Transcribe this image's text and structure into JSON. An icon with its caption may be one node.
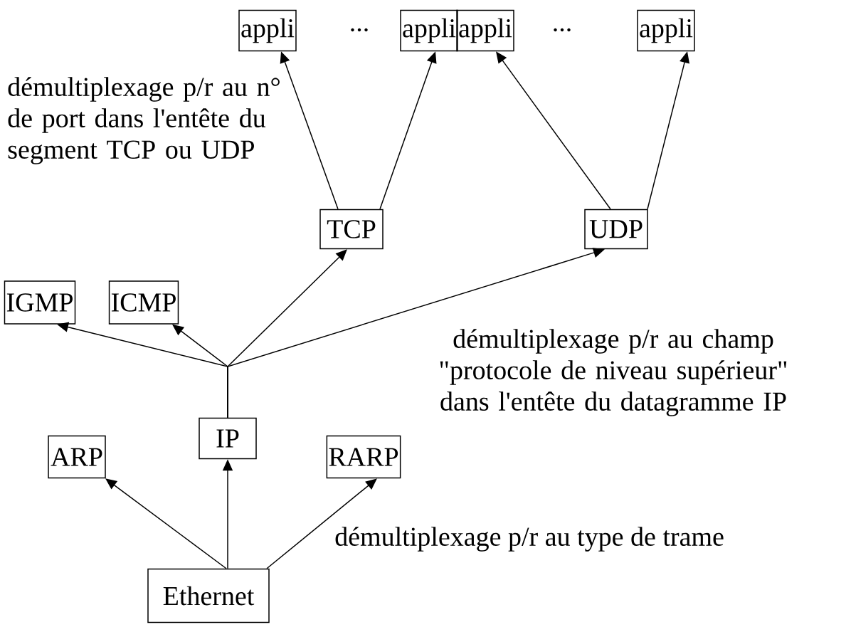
{
  "diagram": {
    "nodes": [
      {
        "text": [
          "appli"
        ]
      },
      {
        "text": [
          "appli"
        ]
      },
      {
        "text": [
          "appli"
        ]
      },
      {
        "text": [
          "appli"
        ]
      },
      {
        "text": [
          "TCP"
        ]
      },
      {
        "text": [
          "UDP"
        ]
      },
      {
        "text": [
          "IGMP"
        ]
      },
      {
        "text": [
          "ICMP"
        ]
      },
      {
        "text": [
          "IP"
        ]
      },
      {
        "text": [
          "ARP"
        ]
      },
      {
        "text": [
          "RARP"
        ]
      },
      {
        "text": [
          "Ethernet"
        ]
      }
    ],
    "edges": [
      {
        "from": 4,
        "to": 0,
        "arrow": "to"
      },
      {
        "from": 4,
        "to": 1,
        "arrow": "to"
      },
      {
        "from": 5,
        "to": 2,
        "arrow": "to"
      },
      {
        "from": 5,
        "to": 3,
        "arrow": "to"
      },
      {
        "from": 8,
        "to": 6,
        "arrow": "to"
      },
      {
        "from": 8,
        "to": 7,
        "arrow": "to"
      },
      {
        "from": 8,
        "to": 4,
        "arrow": "to"
      },
      {
        "from": 8,
        "to": 5,
        "arrow": "to"
      },
      {
        "from": 11,
        "to": 9,
        "arrow": "to"
      },
      {
        "from": 11,
        "to": 8,
        "arrow": "to"
      },
      {
        "from": 11,
        "to": 10,
        "arrow": "to"
      }
    ],
    "labels": [
      "...",
      "...",
      "démultiplexage p/r au n° de port dans l'entête du segment TCP ou UDP",
      "démultiplexage p/r au champ \"protocole de niveau supérieur\" dans l'entête du datagramme IP",
      "démultiplexage p/r au type de trame"
    ]
  }
}
